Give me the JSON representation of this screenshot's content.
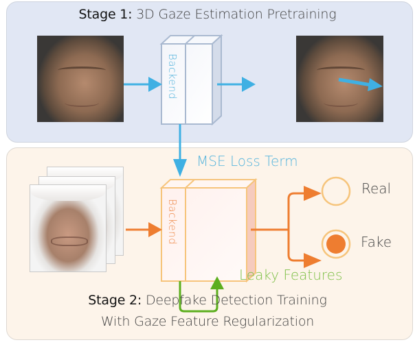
{
  "stage1": {
    "title_bold": "Stage 1:",
    "title_rest": " 3D Gaze Estimation Pretraining",
    "backend_label": "Backend",
    "panel_color": "#e1e7f4",
    "accent_color": "#3fb0e3"
  },
  "stage2": {
    "title_bold": "Stage 2:",
    "title_rest": " Deepfake Detection Training",
    "title_line2": "With Gaze Feature Regularization",
    "backend_label": "Backend",
    "panel_color": "#fdf4ea",
    "accent_color": "#ee7d30"
  },
  "labels": {
    "mse_loss": "MSE Loss Term",
    "leaky_features": "Leaky Features",
    "real": "Real",
    "fake": "Fake"
  },
  "icons": {
    "real_output": "empty-circle",
    "fake_output": "filled-circle"
  },
  "colors": {
    "blue": "#3fb0e3",
    "orange": "#ee7d30",
    "green": "#5cae1e",
    "box_stage1": "#a9b9d0",
    "box_stage2": "#f6c47b"
  }
}
